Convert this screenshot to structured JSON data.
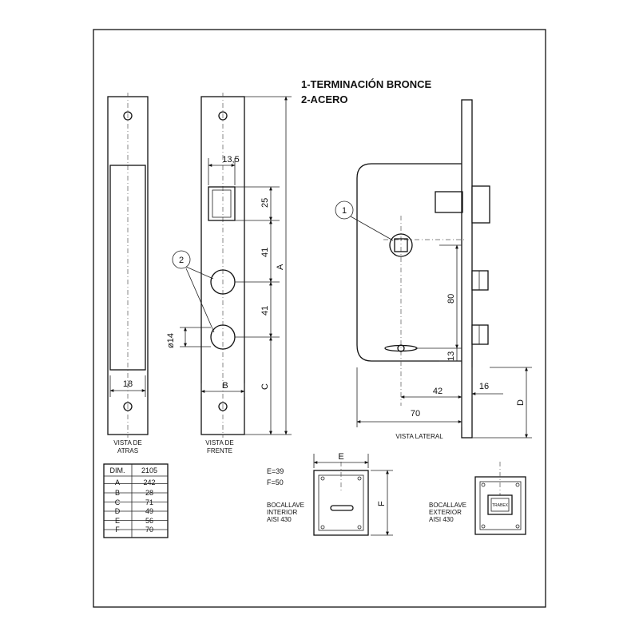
{
  "notes": {
    "line1": "1-TERMINACIÓN BRONCE",
    "line2": "2-ACERO"
  },
  "views": {
    "back": "VISTA DE ATRAS",
    "back_l1": "VISTA DE",
    "back_l2": "ATRAS",
    "front_l1": "VISTA DE",
    "front_l2": "FRENTE",
    "side": "VISTA LATERAL"
  },
  "dimensions": {
    "back_width": "18",
    "front_width": "B",
    "latch_width": "13,5",
    "latch_height": "25",
    "spacing_1": "41",
    "spacing_2": "41",
    "overall": "A",
    "lower": "C",
    "hole_diameter": "ø14",
    "bolt_spacing": "80",
    "keyhole_offset": "13",
    "backset": "42",
    "body_depth": "70",
    "faceplate": "16",
    "d_label": "D",
    "e_label": "E",
    "f_label": "F"
  },
  "callouts": {
    "c1": "1",
    "c2": "2"
  },
  "escutcheons": {
    "e_value": "E=39",
    "f_value": "F=50",
    "interior": [
      "BOCALLAVE",
      "INTERIOR",
      "AISI 430"
    ],
    "exterior": [
      "BOCALLAVE",
      "EXTERIOR",
      "AISI 430"
    ],
    "brand": "TRABEX"
  },
  "table": {
    "headers": [
      "DIM.",
      "2105"
    ],
    "rows": [
      [
        "A",
        "242"
      ],
      [
        "B",
        "28"
      ],
      [
        "C",
        "71"
      ],
      [
        "D",
        "49"
      ],
      [
        "E",
        "56"
      ],
      [
        "F",
        "70"
      ]
    ]
  }
}
